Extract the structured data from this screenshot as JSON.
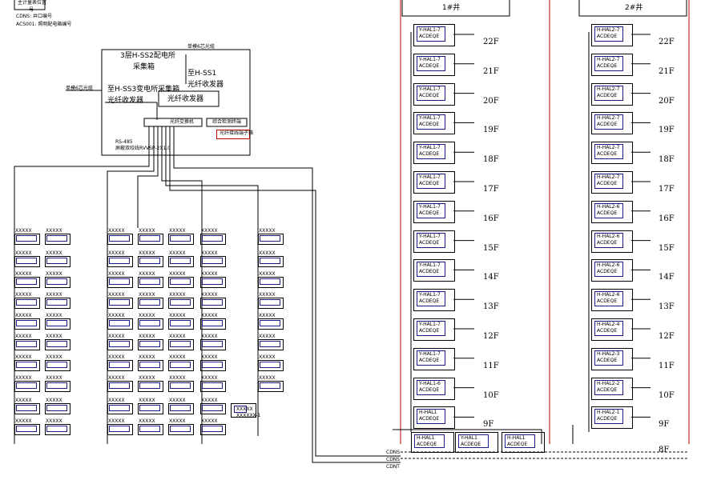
{
  "title_block": {
    "line1": "主计量表位置",
    "line2": "号",
    "note1": "CDNS: 井口编号",
    "note2": "ACS001:  照明配电箱编号"
  },
  "substation": {
    "panel_title_1": "3层H-SS2配电所",
    "panel_title_2": "采集箱",
    "ref_top": "至H-SS1",
    "ref_top_2": "光纤收发器",
    "ref_left": "至H-SS3变电所采集箱",
    "ref_left_2": "光纤收发器",
    "transceiver": "光纤收发器",
    "switch": "光纤交换机",
    "meter": "综合检测终端",
    "highlight": "光纤接线端子箱",
    "cable_note_1": "RS-485",
    "cable_note_2": "屏蔽双绞线RVVSP-2X1.0",
    "wire_label_left": "单模6芯光缆",
    "wire_label_top": "单模6芯光缆"
  },
  "shafts": {
    "left_title": "1#井",
    "right_title": "2#井",
    "floors": [
      "22F",
      "21F",
      "20F",
      "19F",
      "18F",
      "17F",
      "16F",
      "15F",
      "14F",
      "13F",
      "12F",
      "11F",
      "10F",
      "9F"
    ],
    "left_boxes": [
      {
        "code": "Y-HAL1-7",
        "id": "ACDEQE"
      },
      {
        "code": "Y-HAL1-7",
        "id": "ACDEQE"
      },
      {
        "code": "Y-HAL1-7",
        "id": "ACDEQE"
      },
      {
        "code": "Y-HAL1-7",
        "id": "ACDEQE"
      },
      {
        "code": "Y-HAL1-7",
        "id": "ACDEQE"
      },
      {
        "code": "Y-HAL1-7",
        "id": "ACDEQE"
      },
      {
        "code": "Y-HAL1-7",
        "id": "ACDEQE"
      },
      {
        "code": "Y-HAL1-7",
        "id": "ACDEQE"
      },
      {
        "code": "Y-HAL1-7",
        "id": "ACDEQE"
      },
      {
        "code": "Y-HAL1-7",
        "id": "ACDEQE"
      },
      {
        "code": "Y-HAL1-7",
        "id": "ACDEQE"
      },
      {
        "code": "Y-HAL1-7",
        "id": "ACDEQE"
      },
      {
        "code": "Y-HAL1-6",
        "id": "ACDEQE"
      },
      {
        "code": "H-HAL1",
        "id": "ACDEQE"
      }
    ],
    "right_boxes": [
      {
        "code": "H-HAL2-7",
        "id": "ACDEQE"
      },
      {
        "code": "H-HAL2-7",
        "id": "ACDEQE"
      },
      {
        "code": "H-HAL2-7",
        "id": "ACDEQE"
      },
      {
        "code": "H-HAL2-7",
        "id": "ACDEQE"
      },
      {
        "code": "H-HAL2-7",
        "id": "ACDEQE"
      },
      {
        "code": "H-HAL2-7",
        "id": "ACDEQE"
      },
      {
        "code": "H-HAL2-6",
        "id": "ACDEQE"
      },
      {
        "code": "H-HAL2-6",
        "id": "ACDEQE"
      },
      {
        "code": "H-HAL2-6",
        "id": "ACDEQE"
      },
      {
        "code": "H-HAL2-6",
        "id": "ACDEQE"
      },
      {
        "code": "H-HAL2-4",
        "id": "ACDEQE"
      },
      {
        "code": "H-HAL2-3",
        "id": "ACDEQE"
      },
      {
        "code": "H-HAL2-2",
        "id": "ACDEQE"
      },
      {
        "code": "H-HAL2-1",
        "id": "ACDEQE"
      }
    ],
    "bottom_floor": "8F",
    "bottom_boxes": [
      {
        "code": "H-HAL1",
        "id": "ACDEQE"
      },
      {
        "code": "Y-HAL1",
        "id": "ACDEQE"
      },
      {
        "code": "H-HAL1",
        "id": "ACDEQE"
      }
    ],
    "bus_labels": [
      "CDNS",
      "CDNS",
      "CDNT"
    ]
  },
  "small_box_label": "XXXXX",
  "small_box_id": "XXXXXX-1"
}
